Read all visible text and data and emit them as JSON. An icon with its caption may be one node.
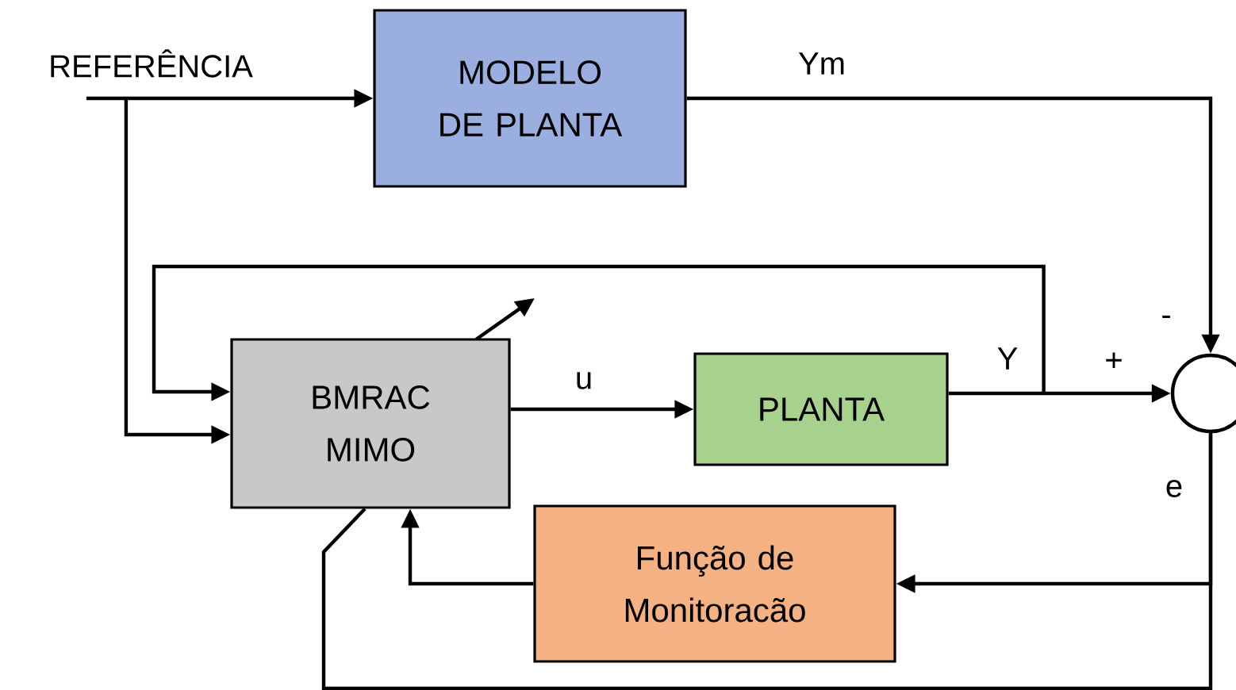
{
  "diagram": {
    "nodes": [
      {
        "text": [
          "REFERÊNCIA"
        ]
      },
      {
        "text": [
          "MODELO DE PLANTA"
        ]
      },
      {
        "text": [
          "BMRAC MIMO"
        ]
      },
      {
        "text": [
          "PLANTA"
        ]
      },
      {
        "text": [
          "Função de Monitoracão"
        ]
      },
      {
        "text": [],
        "shape": "circle"
      }
    ],
    "edges": [
      {
        "from": 0,
        "to": 1,
        "arrow": "to"
      },
      {
        "from": 0,
        "to": 2,
        "arrow": "to"
      },
      {
        "from": 1,
        "to": 5,
        "arrow": "to",
        "label": "Ym"
      },
      {
        "from": 2,
        "to": 3,
        "arrow": "to",
        "label": "u"
      },
      {
        "from": 3,
        "to": 5,
        "arrow": "to",
        "label": "Y"
      },
      {
        "from": 3,
        "to": 2,
        "arrow": "to"
      },
      {
        "from": 5,
        "to": 4,
        "arrow": "to"
      },
      {
        "from": 4,
        "to": 2,
        "arrow": "to"
      },
      {
        "from": 5,
        "to": 2,
        "arrow": "none"
      }
    ],
    "labels": [
      "-",
      "+",
      "e"
    ]
  }
}
